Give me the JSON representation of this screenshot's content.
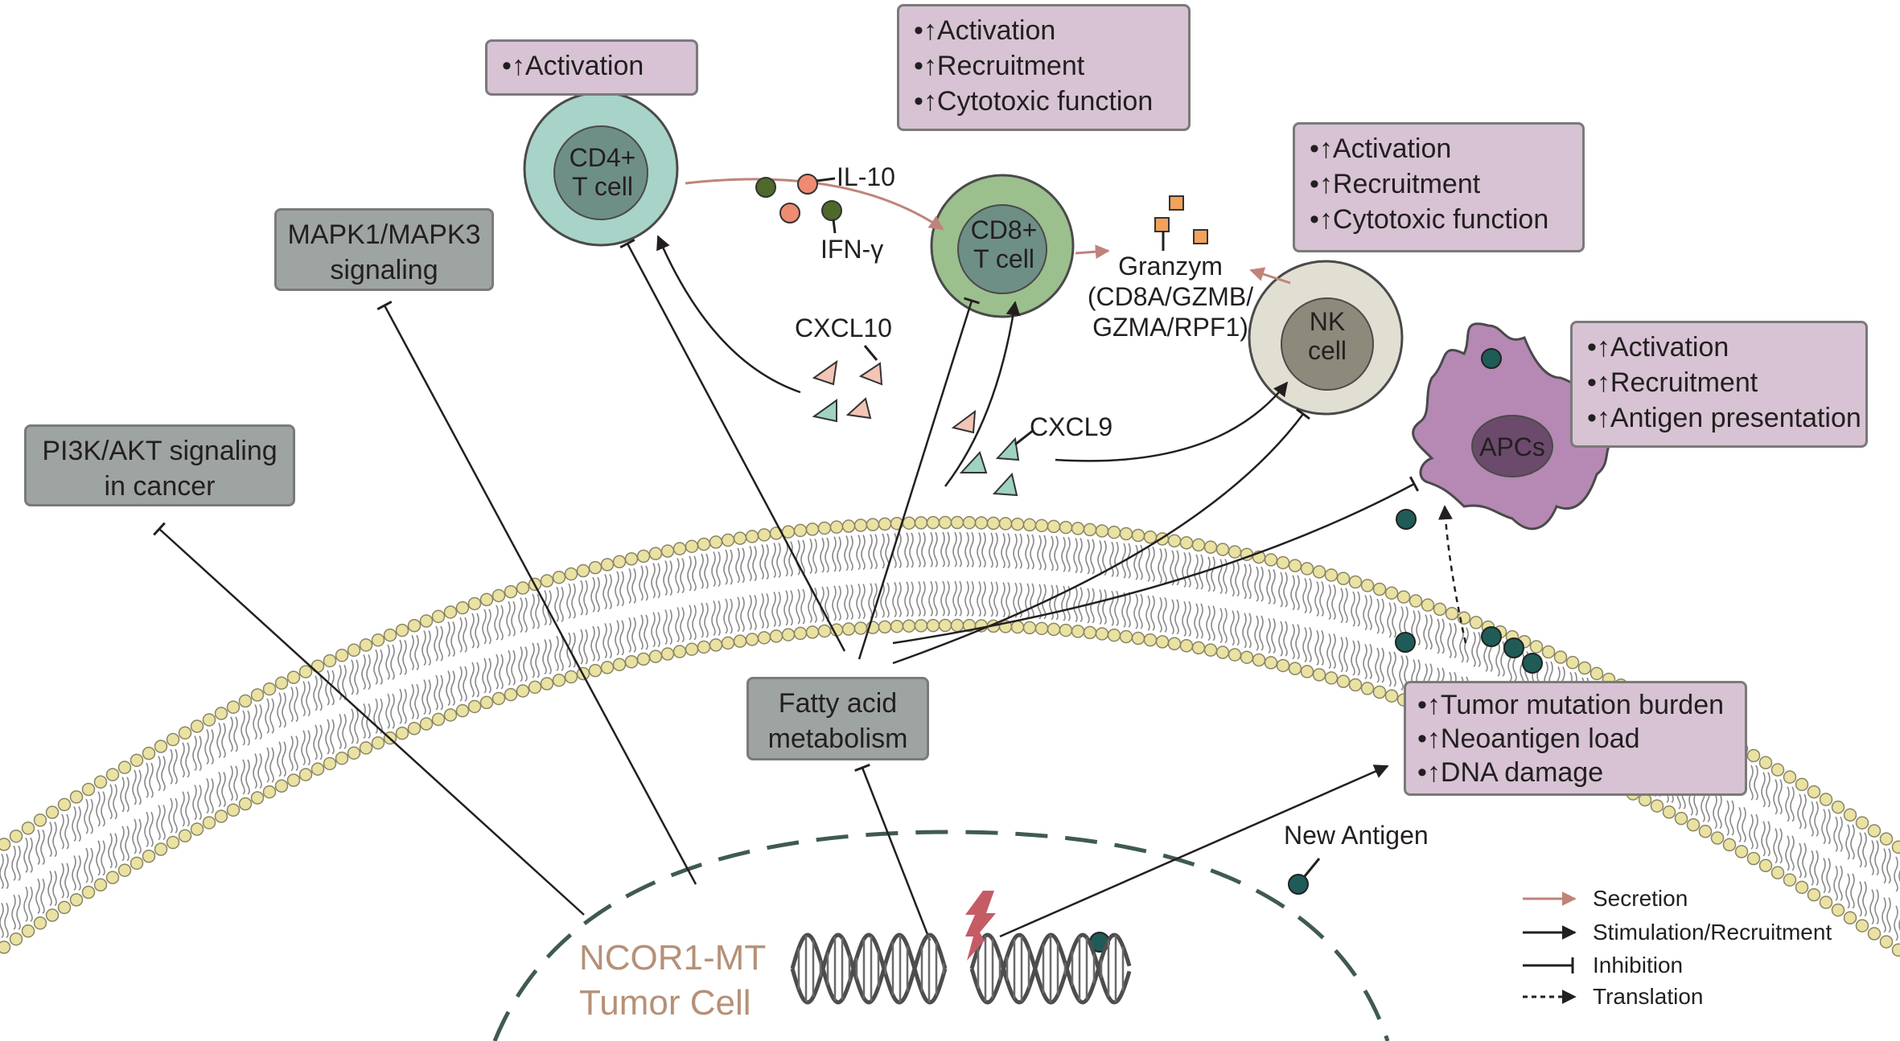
{
  "boxes": {
    "cd4": {
      "items": [
        "•↑Activation"
      ]
    },
    "cd8": {
      "items": [
        "•↑Activation",
        "•↑Recruitment",
        "•↑Cytotoxic function"
      ]
    },
    "nk": {
      "items": [
        "•↑Activation",
        "•↑Recruitment",
        "•↑Cytotoxic function"
      ]
    },
    "apc": {
      "items": [
        "•↑Activation",
        "•↑Recruitment",
        "•↑Antigen presentation"
      ]
    },
    "tumor": {
      "items": [
        "•↑Tumor mutation burden",
        "•↑Neoantigen load",
        "•↑DNA damage"
      ]
    }
  },
  "pathways": {
    "mapk": [
      "MAPK1/MAPK3",
      "signaling"
    ],
    "pi3k": [
      "PI3K/AKT signaling",
      "in cancer"
    ],
    "fatty": [
      "Fatty acid",
      "metabolism"
    ]
  },
  "cells": {
    "cd4": [
      "CD4+",
      "T cell"
    ],
    "cd8": [
      "CD8+",
      "T cell"
    ],
    "nk": [
      "NK",
      "cell"
    ],
    "apc": "APCs"
  },
  "molecules": {
    "il10": "IL-10",
    "ifng": "IFN-γ",
    "cxcl10": "CXCL10",
    "cxcl9": "CXCL9",
    "granzym": [
      "Granzym",
      "(CD8A/GZMB/",
      "GZMA/RPF1)"
    ],
    "new_antigen": "New Antigen"
  },
  "tumor_cell": [
    "NCOR1-MT",
    "Tumor Cell"
  ],
  "legend": {
    "secretion": "Secretion",
    "stimulation": "Stimulation/Recruitment",
    "inhibition": "Inhibition",
    "translation": "Translation"
  },
  "colors": {
    "box_purple": "#d7c3d3",
    "box_gray": "#9ea4a2",
    "cd4_cell": "#a8d3c8",
    "cd8_cell": "#9cbf8e",
    "nk_cell": "#e1dfd2",
    "apc_cell": "#b589b3",
    "membrane_head": "#e9e2a2",
    "secretion_arrow": "#c0837a",
    "antigen": "#1f5c57",
    "ncor_text": "#b69078"
  }
}
